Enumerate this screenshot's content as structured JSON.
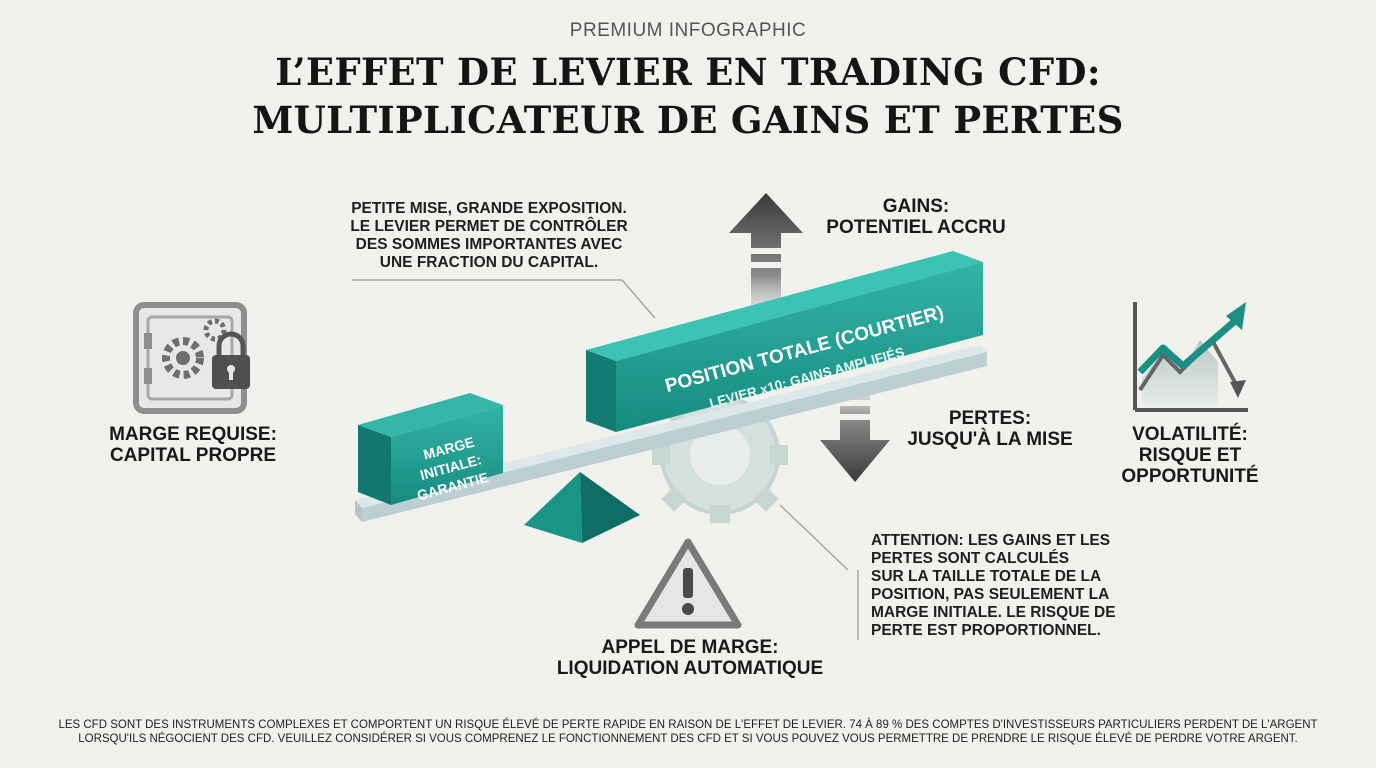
{
  "header": {
    "kicker": "PREMIUM INFOGRAPHIC",
    "title_line1": "L’EFFET DE LEVIER EN TRADING CFD:",
    "title_line2": "MULTIPLICATEUR DE GAINS ET PERTES"
  },
  "callout_top": {
    "lines": [
      "PETITE MISE, GRANDE EXPOSITION.",
      "LE LEVIER PERMET DE CONTRÔLER",
      "DES SOMMES IMPORTANTES AVEC",
      "UNE FRACTION DU CAPITAL."
    ]
  },
  "gains": {
    "line1": "GAINS:",
    "line2": "POTENTIEL ACCRU"
  },
  "pertes": {
    "line1": "PERTES:",
    "line2": "JUSQU'À LA MISE"
  },
  "marge": {
    "line1": "MARGE REQUISE:",
    "line2": "CAPITAL PROPRE"
  },
  "volatilite": {
    "line1": "VOLATILITÉ:",
    "line2": "RISQUE ET",
    "line3": "OPPORTUNITÉ"
  },
  "appel": {
    "line1": "APPEL DE MARGE:",
    "line2": "LIQUIDATION AUTOMATIQUE"
  },
  "attention": {
    "lines": [
      "ATTENTION: LES GAINS ET LES",
      "PERTES SONT CALCULÉS",
      "SUR LA TAILLE TOTALE DE LA",
      "POSITION, PAS SEULEMENT LA",
      "MARGE INITIALE. LE RISQUE DE",
      "PERTE EST PROPORTIONNEL."
    ]
  },
  "blocks": {
    "big_line1": "POSITION TOTALE (COURTIER)",
    "big_line2": "LEVIER x10: GAINS AMPLIFIÉS",
    "small_line1": "MARGE",
    "small_line2": "INITIALE:",
    "small_line3": "GARANTIE"
  },
  "disclaimer": {
    "line1": "LES CFD SONT DES INSTRUMENTS COMPLEXES ET COMPORTENT UN RISQUE ÉLEVÉ DE PERTE RAPIDE EN RAISON DE L'EFFET DE LEVIER. 74 À 89 % DES COMPTES D'INVESTISSEURS PARTICULIERS PERDENT DE L'ARGENT",
    "line2": "LORSQU'ILS NÉGOCIENT DES CFD. VEUILLEZ CONSIDÉRER SI VOUS COMPRENEZ LE FONCTIONNEMENT DES CFD ET SI VOUS POUVEZ VOUS PERMETTRE DE PRENDRE LE RISQUE ÉLEVÉ DE PERDRE VOTRE ARGENT."
  },
  "colors": {
    "teal": "#1f9e93",
    "teal_dark": "#167a72",
    "teal_light": "#3cc3b3",
    "gray": "#7a7a7a",
    "beam": "#c5d6d8"
  }
}
